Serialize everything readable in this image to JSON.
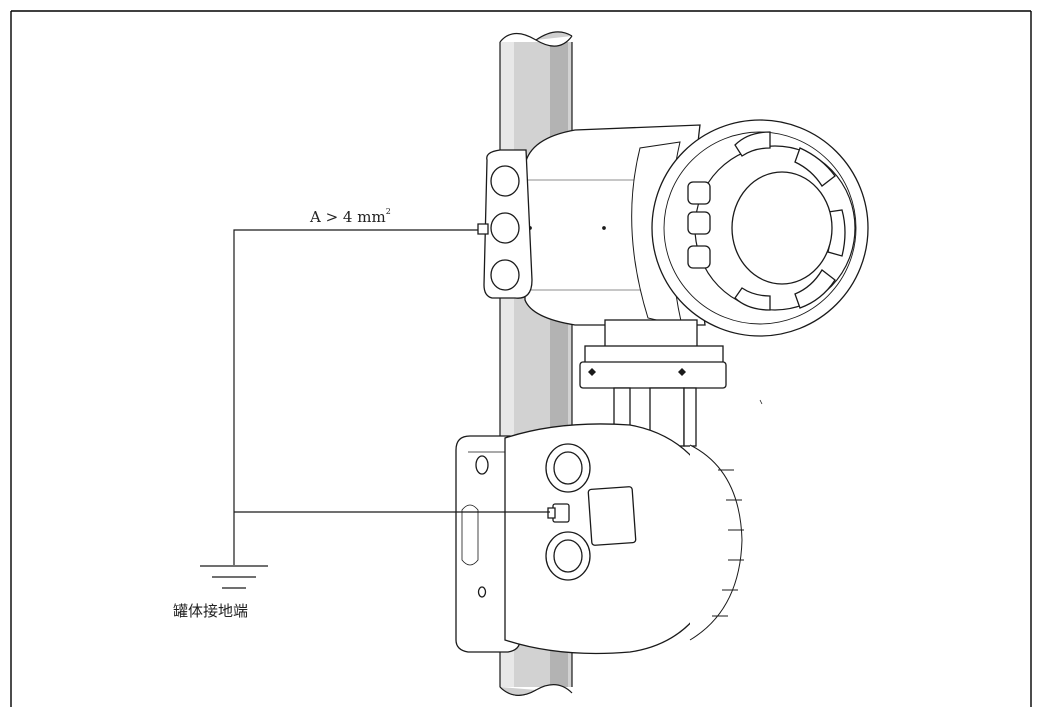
{
  "labels": {
    "wire_area": "A > 4 mm",
    "wire_area_sup": "2",
    "ground_terminal": "罐体接地端"
  },
  "colors": {
    "pipe_fill": "#d2d2d2",
    "pipe_shade": "#a9a9a9",
    "line": "#1a1a1a",
    "device_fill": "#ffffff",
    "frame": "#000000"
  }
}
